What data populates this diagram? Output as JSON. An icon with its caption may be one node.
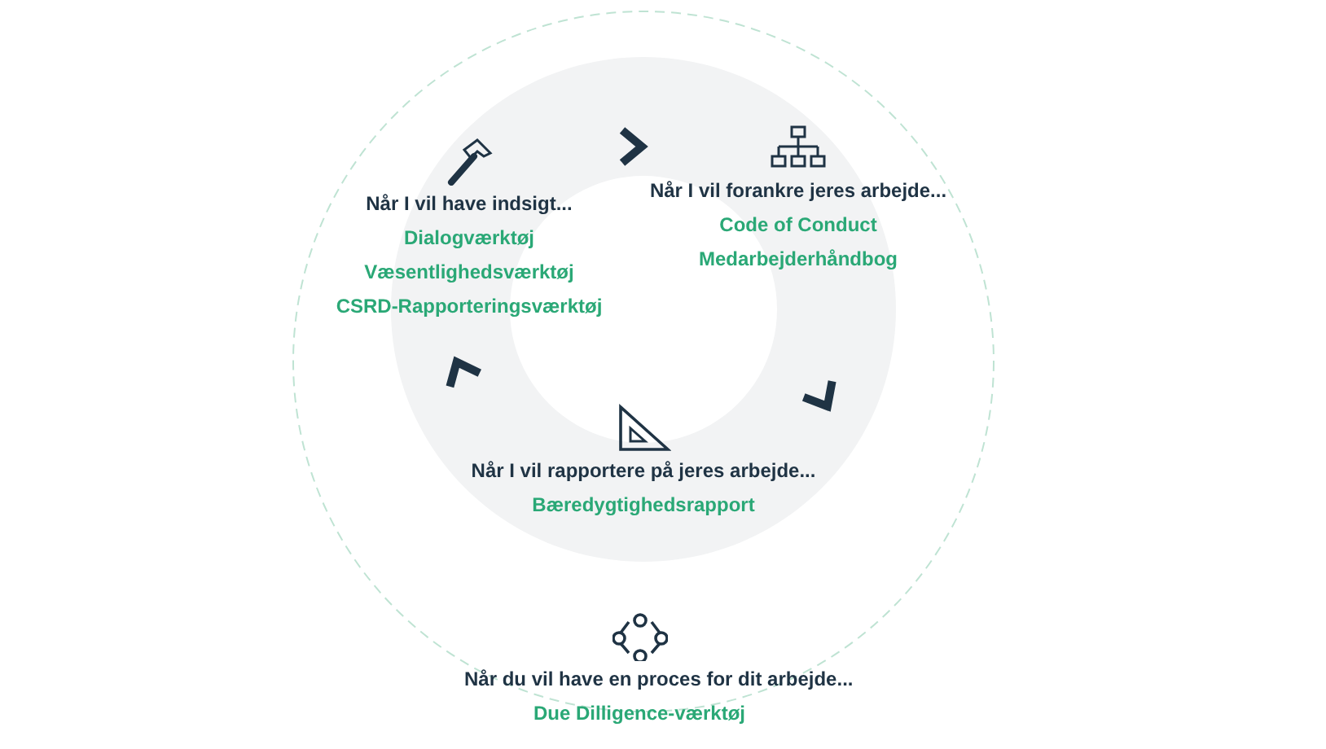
{
  "diagram": {
    "nodes": [
      {
        "text": [
          "Når I vil have indsigt...",
          "Dialogværktøj",
          "Væsentlighedsværktøj",
          "CSRD-Rapporteringsværktøj"
        ]
      },
      {
        "text": [
          "Når I vil forankre jeres arbejde...",
          "Code of Conduct",
          "Medarbejderhåndbog"
        ]
      },
      {
        "text": [
          "Når I vil rapportere på jeres arbejde...",
          "Bæredygtighedsrapport"
        ]
      },
      {
        "text": [
          "Når du vil have en proces for dit arbejde...",
          "Due Dilligence-værktøj"
        ]
      }
    ],
    "edges": [
      {
        "from": 0,
        "to": 1,
        "arrow": "to"
      },
      {
        "from": 1,
        "to": 2,
        "arrow": "to"
      },
      {
        "from": 2,
        "to": 0,
        "arrow": "to"
      }
    ]
  }
}
